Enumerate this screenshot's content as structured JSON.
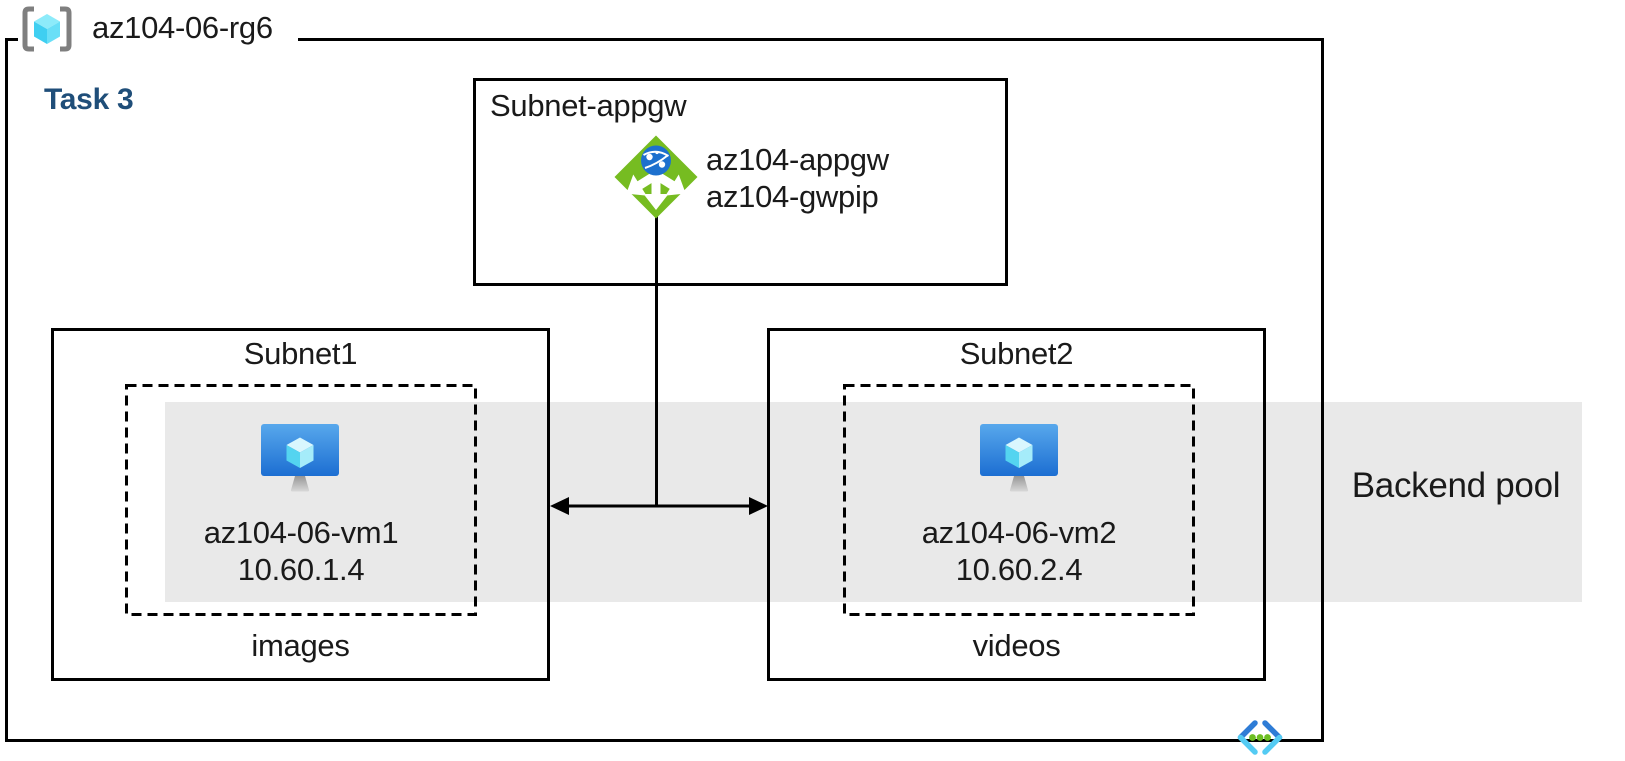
{
  "resource_group": {
    "label": "az104-06-rg6"
  },
  "task_label": "Task 3",
  "appgw_subnet": {
    "title": "Subnet-appgw",
    "gateway_name": "az104-appgw",
    "gateway_public_ip": "az104-gwpip"
  },
  "subnet1": {
    "title": "Subnet1",
    "vm_name": "az104-06-vm1",
    "vm_ip": "10.60.1.4",
    "content_label": "images"
  },
  "subnet2": {
    "title": "Subnet2",
    "vm_name": "az104-06-vm2",
    "vm_ip": "10.60.2.4",
    "content_label": "videos"
  },
  "backend_pool": {
    "label": "Backend pool"
  },
  "icons": {
    "resource_group": "resource-group-icon",
    "application_gateway": "application-gateway-icon",
    "virtual_machine": "virtual-machine-icon",
    "virtual_network": "virtual-network-icon"
  },
  "colors": {
    "task_label": "#1F4E79",
    "backend_band": "#E9E9E9",
    "appgw_green": "#76BC21",
    "globe_blue": "#1D70CE",
    "vm_screen_top": "#58A8EC",
    "vm_screen_bottom": "#1C6ED2",
    "cube_top": "#D9F7FE",
    "cube_left": "#54D4F0",
    "cube_right": "#A5ECFA",
    "rg_bracket_gray": "#7F7F7F",
    "rg_cube_top": "#8DEBFA",
    "rg_cube_left": "#3FCFF1",
    "rg_cube_right": "#69DFF7",
    "vnet_dark_blue": "#2E7CD6",
    "vnet_light_cyan": "#54CBF3",
    "dot_green": "#6CBE22",
    "line_black": "#000000",
    "text": "#1A1A1A"
  }
}
